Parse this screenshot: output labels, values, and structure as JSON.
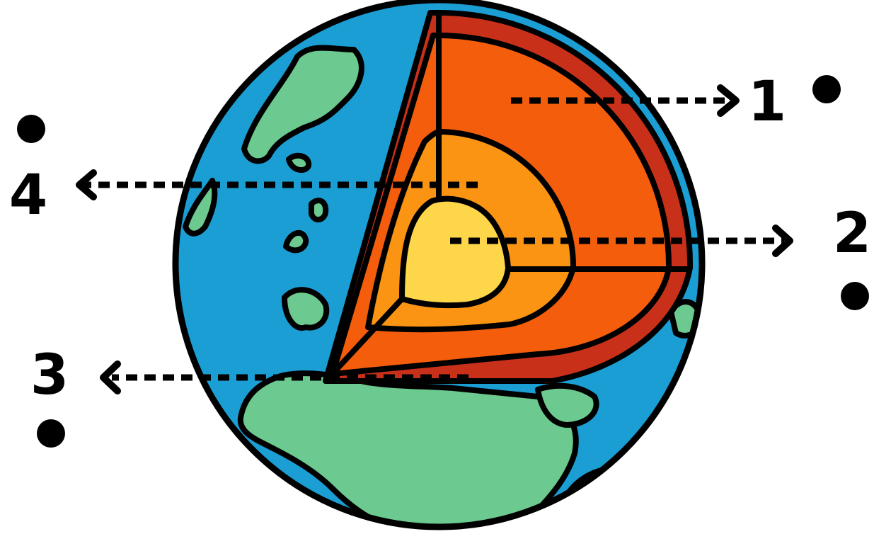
{
  "labels": {
    "one": "1",
    "two": "2",
    "three": "3",
    "four": "4"
  },
  "colors": {
    "ocean": "#1b9ed4",
    "land": "#6cc98f",
    "crust": "#c9301a",
    "mantle": "#f45d0c",
    "outer_core": "#fa9412",
    "inner_core": "#fdd64a",
    "outline": "#000000"
  },
  "icons": [
    "earth-icon",
    "arrow-icon",
    "dot-icon"
  ]
}
